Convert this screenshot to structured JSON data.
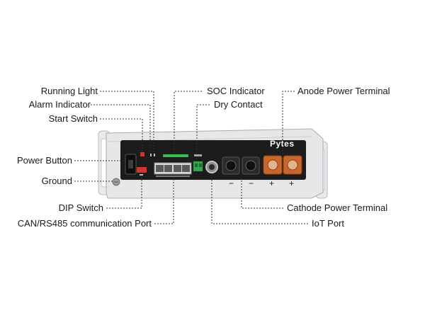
{
  "labels": {
    "running_light": "Running Light",
    "alarm_indicator": "Alarm Indicator",
    "start_switch": "Start Switch",
    "power_button": "Power Button",
    "ground": "Ground",
    "dip_switch": "DIP Switch",
    "can_rs485": "CAN/RS485 communication Port",
    "soc_indicator": "SOC Indicator",
    "dry_contact": "Dry Contact",
    "anode_terminal": "Anode Power Terminal",
    "cathode_terminal": "Cathode Power Terminal",
    "iot_port": "IoT Port"
  },
  "device": {
    "brand": "Pytes",
    "terminal_marks": [
      "−",
      "−",
      "+",
      "+"
    ]
  },
  "colors": {
    "panel": "#1c1c1c",
    "frame": "#e6e7e9",
    "handle": "#d7d8da",
    "led_green": "#36c14a",
    "switch_red": "#d9302c",
    "terminal_orange": "#c8662c",
    "dry_contact_green": "#2fa84a",
    "leader": "#333333"
  }
}
